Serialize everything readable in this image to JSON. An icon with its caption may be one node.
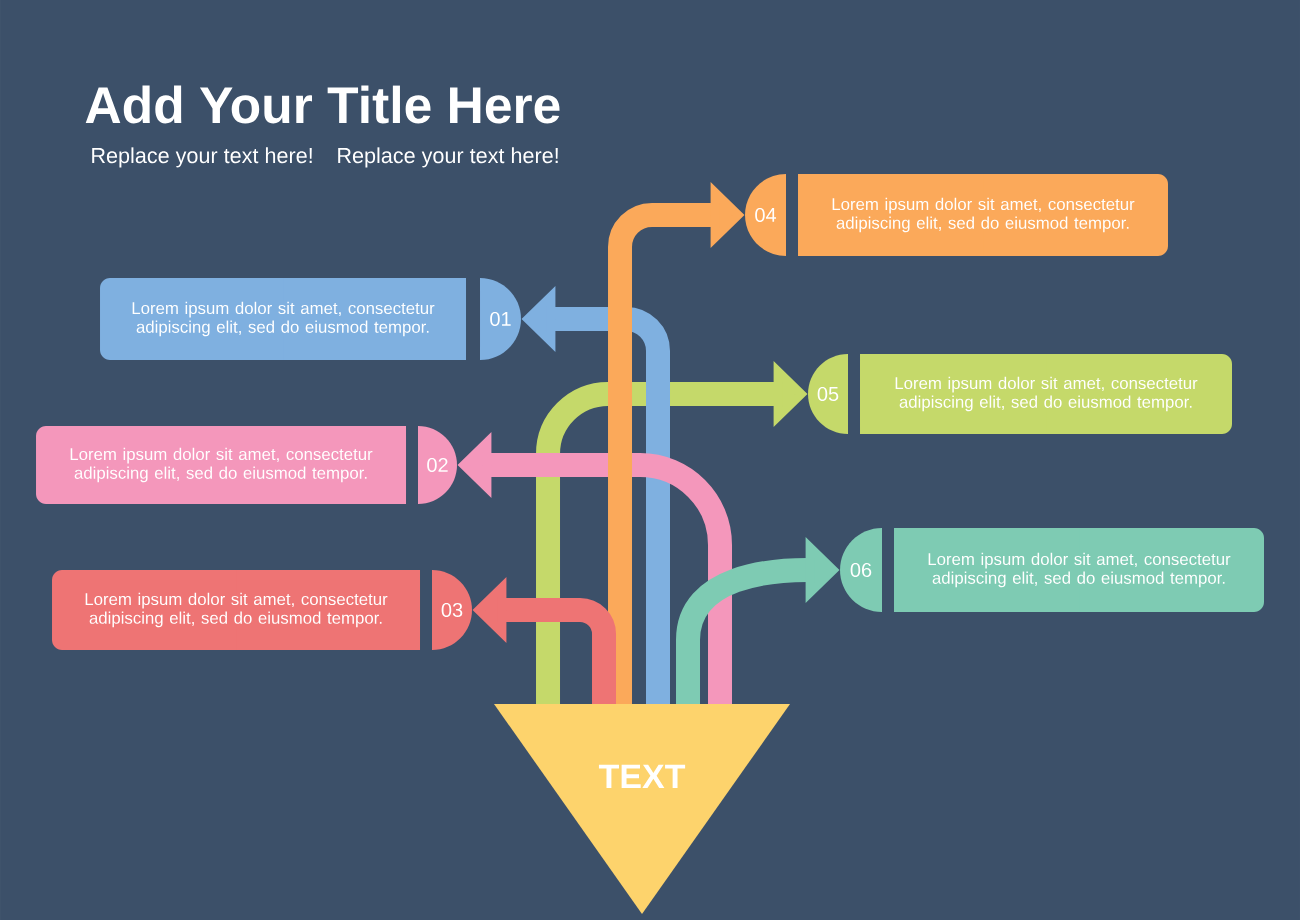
{
  "diagram": {
    "title": "Add Your Title Here",
    "nodes": [
      {
        "text": [
          "04"
        ]
      },
      {
        "text": [
          "Lorem ipsum dolor sit amet, consectetur adipiscing elit, sed do eiusmod tempor."
        ]
      },
      {
        "text": [
          "Lorem ipsum dolor sit amet, consectetur adipiscing elit, sed do eiusmod tempor."
        ]
      },
      {
        "text": [
          "01"
        ]
      },
      {
        "text": [
          "05"
        ]
      },
      {
        "text": [
          "Lorem ipsum dolor sit amet, consectetur adipiscing elit, sed do eiusmod tempor."
        ]
      },
      {
        "text": [
          "Lorem ipsum dolor sit amet, consectetur adipiscing elit, sed do eiusmod tempor."
        ]
      },
      {
        "text": [
          "02"
        ]
      },
      {
        "text": [
          "06"
        ]
      },
      {
        "text": [
          "Lorem ipsum dolor sit amet, consectetur adipiscing elit, sed do eiusmod tempor."
        ]
      },
      {
        "text": [
          "Lorem ipsum dolor sit amet, consectetur adipiscing elit, sed do eiusmod tempor."
        ]
      },
      {
        "text": [
          "03"
        ]
      },
      {
        "text": [
          "TEXT"
        ]
      }
    ],
    "edges": [
      {
        "from": 12,
        "to": 3,
        "arrow": "to",
        "color": "#7fb0e0"
      },
      {
        "from": 12,
        "to": 7,
        "arrow": "to",
        "color": "#f497bb"
      },
      {
        "from": 12,
        "to": 11,
        "arrow": "to",
        "color": "#ee7474"
      },
      {
        "from": 12,
        "to": 0,
        "arrow": "to",
        "color": "#fba95a"
      },
      {
        "from": 12,
        "to": 4,
        "arrow": "to",
        "color": "#c5d96a"
      },
      {
        "from": 12,
        "to": 8,
        "arrow": "to",
        "color": "#7ecbb3"
      }
    ],
    "labels": [
      "Replace your text here!",
      "Replace your text here!"
    ]
  }
}
